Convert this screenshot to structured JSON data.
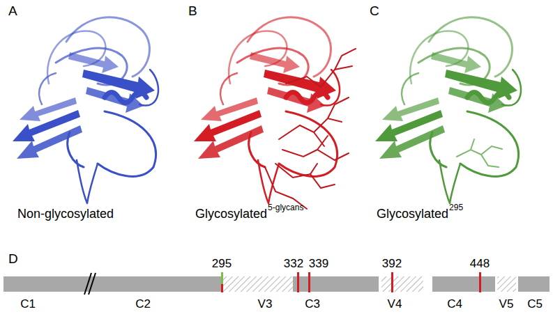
{
  "diagram": {
    "labels": [
      "A",
      "B",
      "C",
      "Non-glycosylated",
      "Glycosylated",
      "5-glycans",
      "Glycosylated",
      "295",
      "D",
      "295",
      "332",
      "339",
      "392",
      "448",
      "C1",
      "C2",
      "V3",
      "C3",
      "V4",
      "C4",
      "V5",
      "C5"
    ]
  }
}
